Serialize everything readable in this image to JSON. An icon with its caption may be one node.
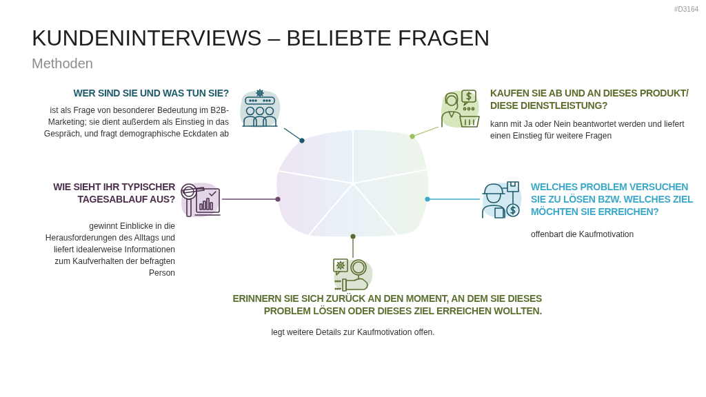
{
  "diagram": {
    "title": "KUNDENINTERVIEWS – BELIEBTE FRAGEN",
    "nodes": [
      {
        "text": [
          "WER SIND SIE UND WAS TUN SIE?",
          "ist als Frage von besonderer Bedeutung im B2B-Marketing; sie dient außerdem als Einstieg in das Gespräch, und fragt demographische Eckdaten ab"
        ]
      },
      {
        "text": [
          "KAUFEN SIE AB UND AN DIESES PRODUKT/ DIESE DIENSTLEISTUNG?",
          "kann mit Ja oder Nein beantwortet werden und liefert einen Einstieg für weitere Fragen"
        ]
      },
      {
        "text": [
          "WIE SIEHT IHR TYPISCHER TAGESABLAUF AUS?",
          "gewinnt Einblicke in die Herausforderungen des Alltags und liefert idealerweise Informationen zum Kaufverhalten der befragten Person"
        ]
      },
      {
        "text": [
          "WELCHES PROBLEM VERSUCHEN SIE ZU LÖSEN BZW. WELCHES ZIEL MÖCHTEN SIE ERREICHEN?",
          "offenbart die Kaufmotivation"
        ]
      },
      {
        "text": [
          "ERINNERN SIE SICH ZURÜCK AN DEN MOMENT, AN DEM SIE DIESES PROBLEM LÖSEN ODER DIESES ZIEL ERREICHEN WOLLTEN.",
          "legt weitere Details zur Kaufmotivation offen."
        ]
      },
      {
        "text": [],
        "shape": "blob"
      }
    ],
    "edges": [
      {
        "from": 0,
        "to": 5,
        "arrow": "other",
        "color": "#1d5b6b"
      },
      {
        "from": 1,
        "to": 5,
        "arrow": "other",
        "color": "#9dc05f"
      },
      {
        "from": 2,
        "to": 5,
        "arrow": "other",
        "color": "#6b4a6b"
      },
      {
        "from": 3,
        "to": 5,
        "arrow": "other",
        "color": "#3fa9c9"
      },
      {
        "from": 4,
        "to": 5,
        "arrow": "other",
        "color": "#556b2f"
      }
    ],
    "labels": [
      "#D3164",
      "Methoden"
    ]
  }
}
